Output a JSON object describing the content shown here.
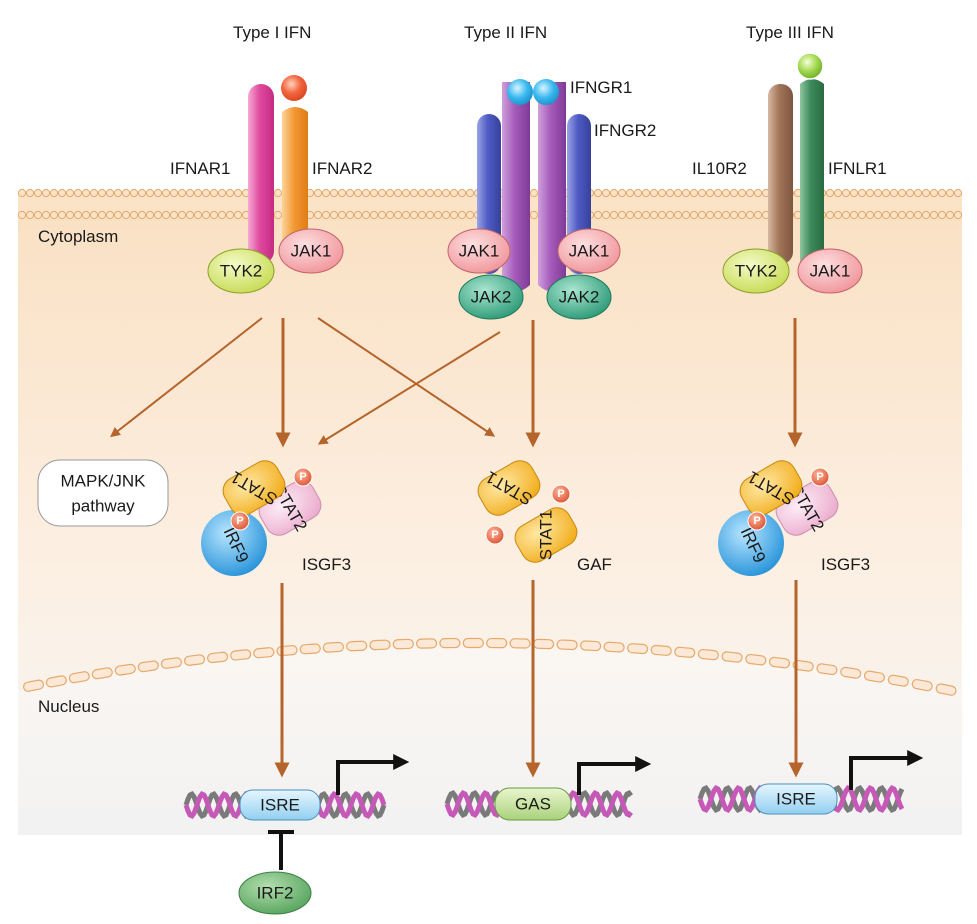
{
  "ligands": {
    "type1": "Type I IFN",
    "type2": "Type II IFN",
    "type3": "Type III IFN"
  },
  "receptors": {
    "ifnar1": "IFNAR1",
    "ifnar2": "IFNAR2",
    "ifngr1": "IFNGR1",
    "ifngr2": "IFNGR2",
    "il10r2": "IL10R2",
    "ifnlr1": "IFNLR1"
  },
  "kinases": {
    "tyk2": "TYK2",
    "jak1": "JAK1",
    "jak2": "JAK2"
  },
  "compartments": {
    "cytoplasm": "Cytoplasm",
    "nucleus": "Nucleus"
  },
  "pathway": {
    "line1": "MAPK/JNK",
    "line2": "pathway"
  },
  "stats": {
    "stat1": "STAT1",
    "stat2": "STAT2",
    "irf9": "IRF9",
    "phospho": "P"
  },
  "complexes": {
    "isgf3": "ISGF3",
    "gaf": "GAF"
  },
  "elements": {
    "isre": "ISRE",
    "gas": "GAS"
  },
  "repressor": "IRF2",
  "colors": {
    "arrow": "#b5652b",
    "cytoplasm": "#fbe6cd",
    "membrane": "#f2c393",
    "jak1": "#f4a5a9",
    "tyk2": "#d2e46c",
    "jak2": "#36a886",
    "stat1": "#f6b92c",
    "stat2": "#f2c0da",
    "irf9": "#2a9fe0",
    "phospho": "#e46a3e"
  }
}
